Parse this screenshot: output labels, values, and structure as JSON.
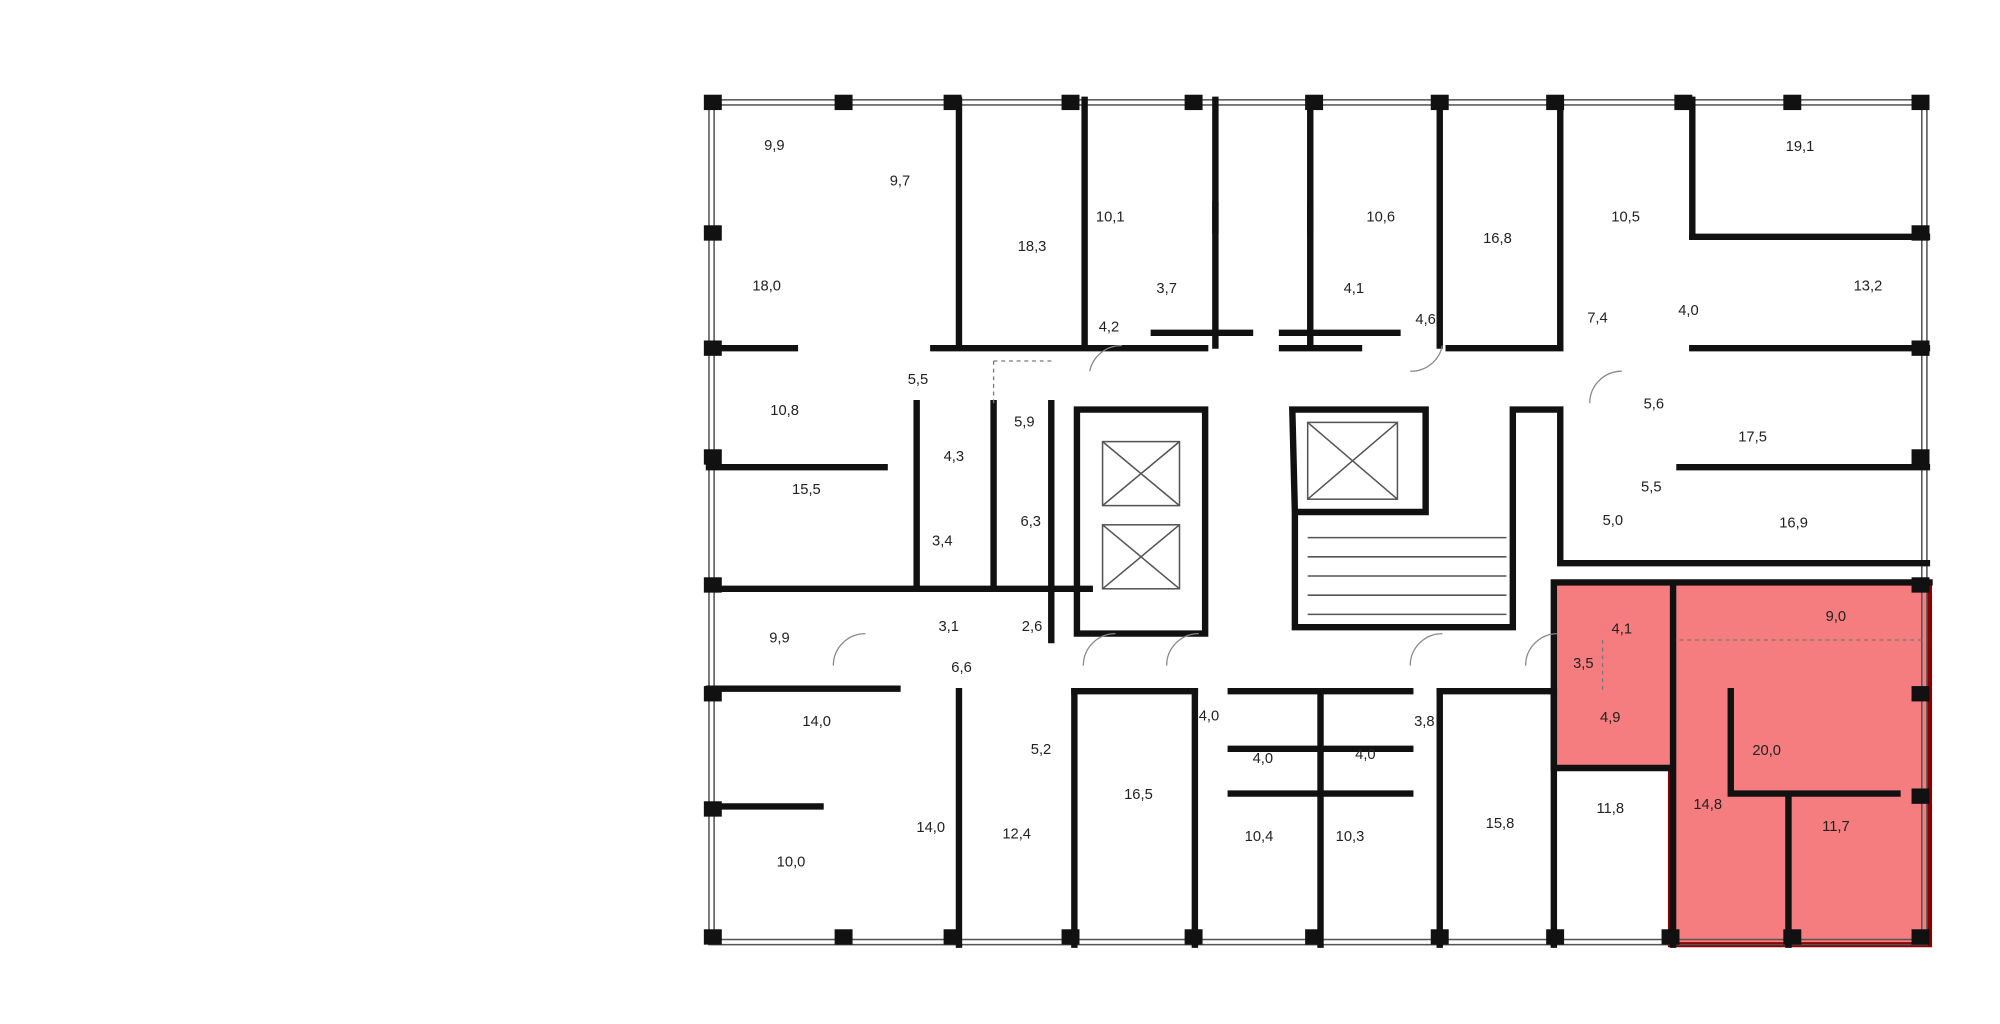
{
  "plan": {
    "highlight_color": "#f0383a",
    "highlight_opacity": 0.65,
    "selected_apartment_rooms": [
      "9,0",
      "4,1",
      "3,5",
      "4,9",
      "20,0",
      "14,8",
      "11,7"
    ],
    "rooms": [
      "9,9",
      "9,7",
      "18,0",
      "18,3",
      "10,1",
      "3,7",
      "4,2",
      "10,6",
      "4,1",
      "16,8",
      "4,6",
      "10,5",
      "19,1",
      "13,2",
      "7,4",
      "4,0",
      "5,5",
      "10,8",
      "5,9",
      "4,3",
      "15,5",
      "17,5",
      "5,6",
      "6,3",
      "3,4",
      "5,5",
      "5,0",
      "16,9",
      "9,9",
      "3,1",
      "2,6",
      "9,0",
      "4,1",
      "6,6",
      "3,5",
      "4,0",
      "3,8",
      "4,9",
      "14,0",
      "20,0",
      "5,2",
      "4,0",
      "4,0",
      "16,5",
      "14,8",
      "11,7",
      "11,8",
      "14,0",
      "12,4",
      "10,4",
      "10,3",
      "15,8",
      "10,0"
    ]
  }
}
